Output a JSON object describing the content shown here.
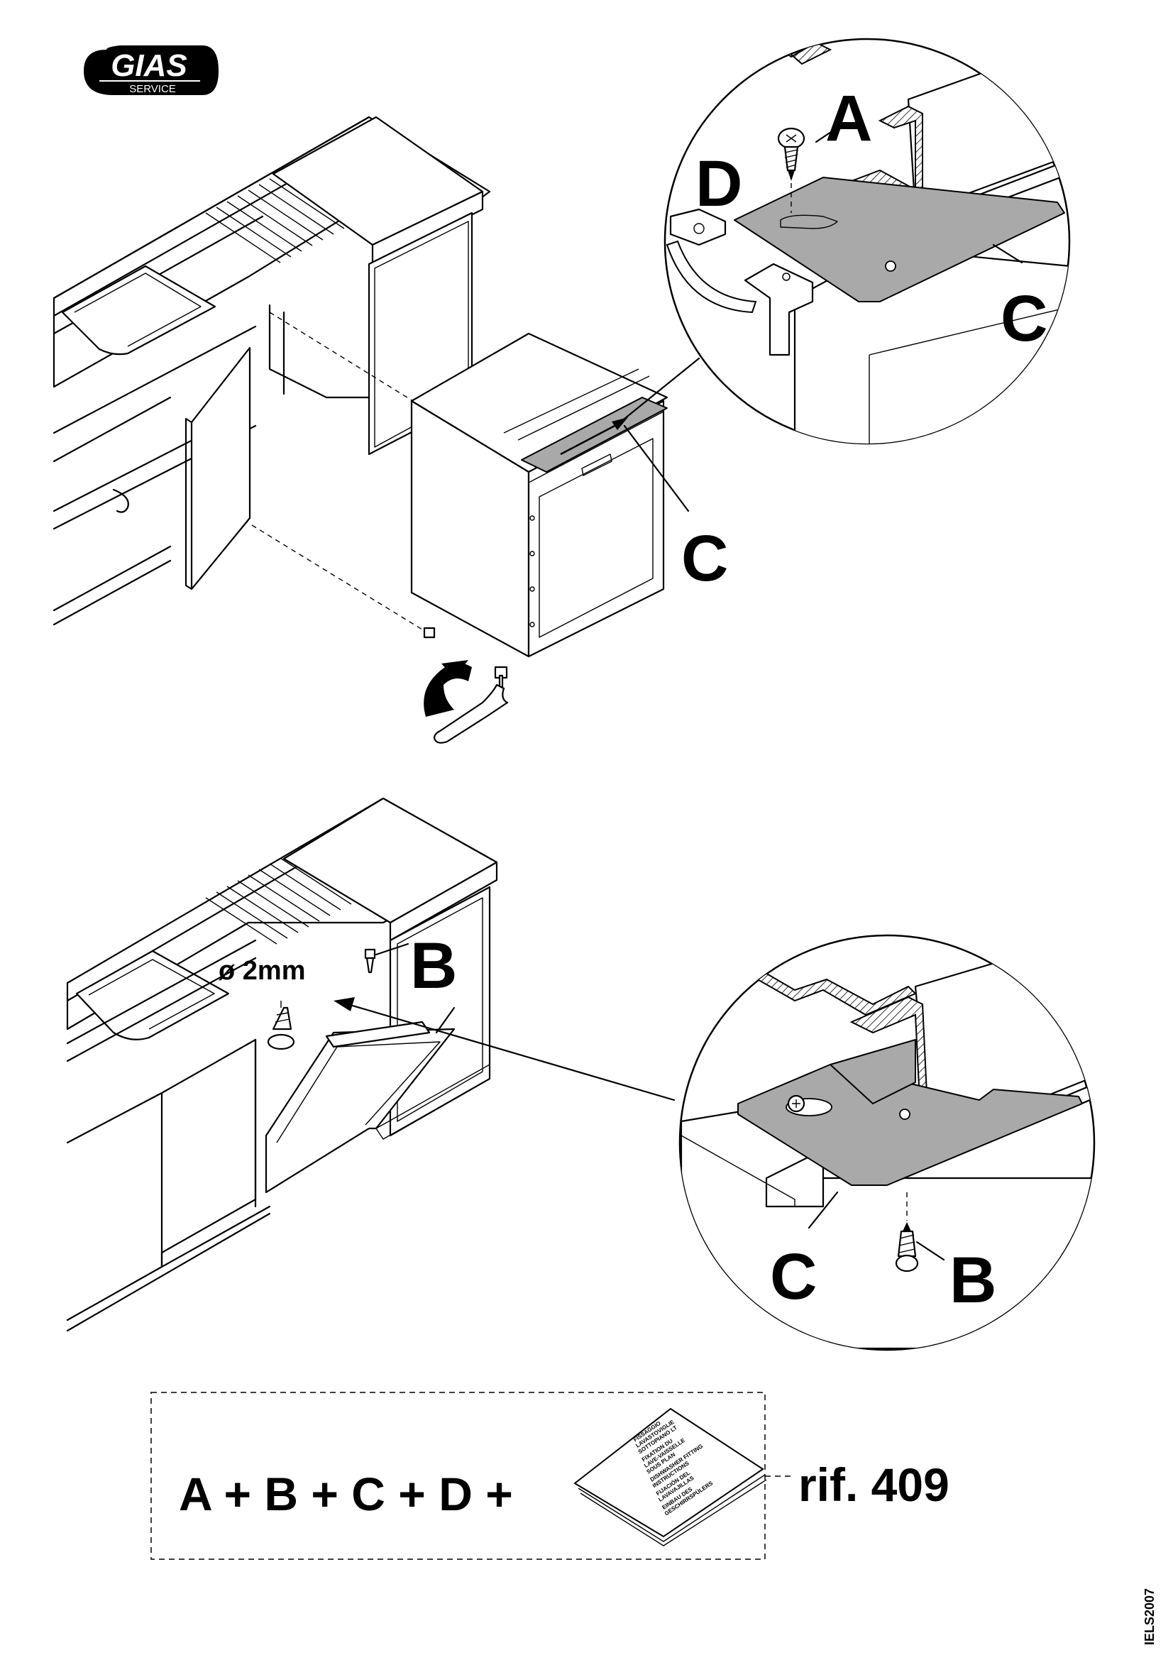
{
  "logo": {
    "brand": "GIAS",
    "sub": "SERVICE"
  },
  "labels": {
    "A": "A",
    "B": "B",
    "C": "C",
    "D": "D",
    "drill": "ø 2mm"
  },
  "kit": {
    "formula": "A + B + C + D +",
    "reference": "rif. 409",
    "booklet_lines": [
      "FISSAGGIO",
      "LAVASTOVIGLIE",
      "SOTTOPIANO LT",
      "FIXATION DU",
      "LAVE-VAISSELLE",
      "SOUS PLAN",
      "DISHWASHER FITTING",
      "INSTRUCTIONS",
      "FIJACIÓN DEL",
      "LAVAVAJILLAS",
      "EINBAU DES",
      "GESCHIRRSPÜLERS"
    ]
  },
  "doc_code": "IELS2007"
}
